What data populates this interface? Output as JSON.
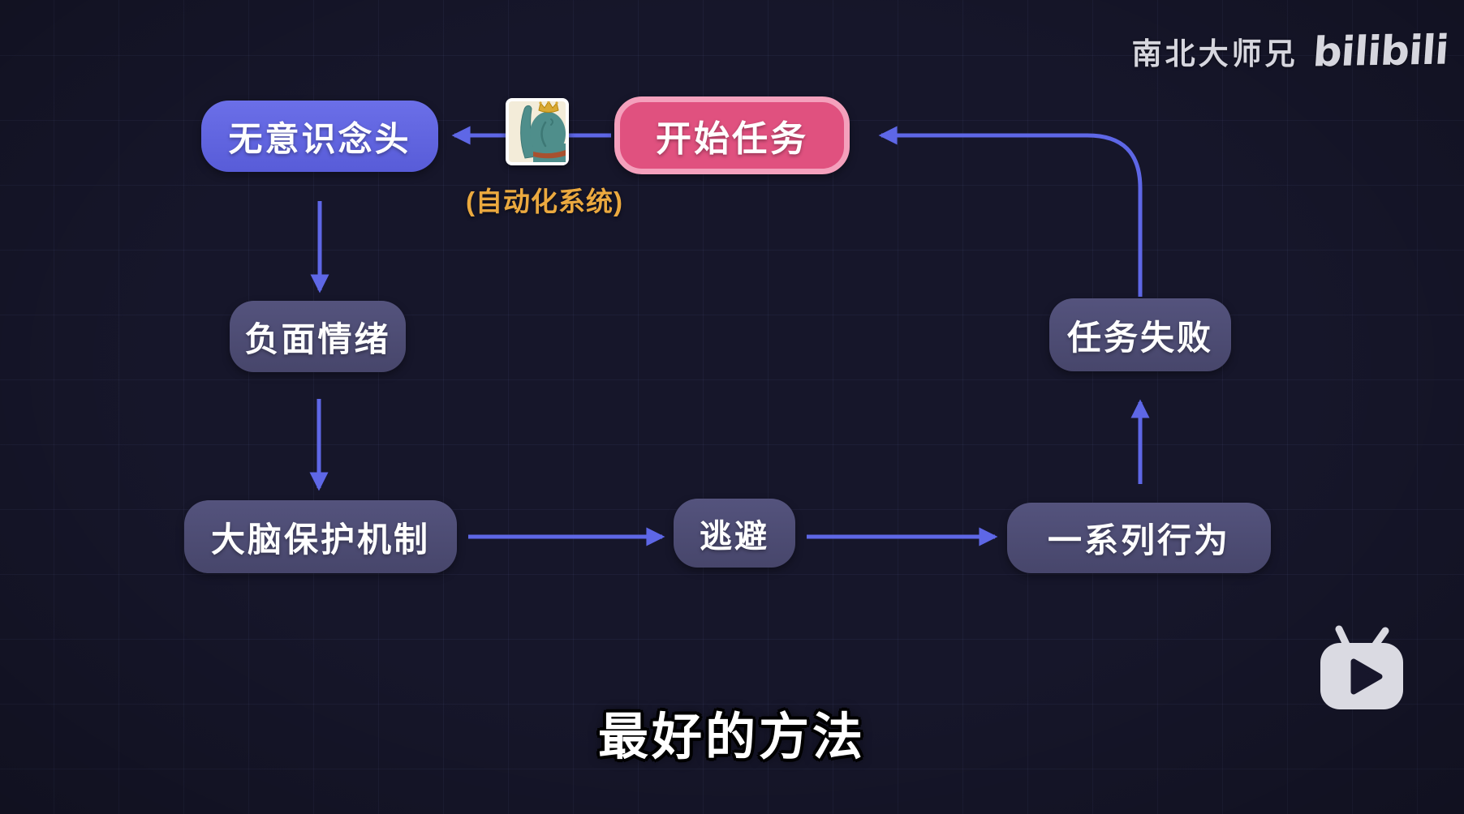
{
  "watermark": {
    "channel": "南北大师兄",
    "logo_text": "bilibili"
  },
  "diagram": {
    "annotation": "(自动化系统)",
    "nodes": {
      "start": {
        "label": "开始任务"
      },
      "unconscious": {
        "label": "无意识念头"
      },
      "negative_emotion": {
        "label": "负面情绪"
      },
      "brain_protection": {
        "label": "大脑保护机制"
      },
      "avoidance": {
        "label": "逃避"
      },
      "behaviors": {
        "label": "一系列行为"
      },
      "task_failure": {
        "label": "任务失败"
      }
    },
    "edges": [
      {
        "from": "start",
        "to": "unconscious"
      },
      {
        "from": "unconscious",
        "to": "negative_emotion"
      },
      {
        "from": "negative_emotion",
        "to": "brain_protection"
      },
      {
        "from": "brain_protection",
        "to": "avoidance"
      },
      {
        "from": "avoidance",
        "to": "behaviors"
      },
      {
        "from": "behaviors",
        "to": "task_failure"
      },
      {
        "from": "task_failure",
        "to": "start"
      }
    ],
    "icons": {
      "edge_icon": "elephant-with-crown-icon"
    }
  },
  "subtitle": {
    "text": "最好的方法"
  },
  "player": {
    "corner_icon": "bilibili-tv-play-icon"
  },
  "colors": {
    "background": "#16162a",
    "node_blue": "#5f63de",
    "node_pink": "#e0517f",
    "node_pink_border": "#f4a0bc",
    "node_muted_purple": "#4b4a6e",
    "arrow_blue": "#5e67e6",
    "annotation_orange": "#eba93f",
    "subtitle_white": "#ffffff",
    "watermark_gray": "#d6d6de"
  }
}
